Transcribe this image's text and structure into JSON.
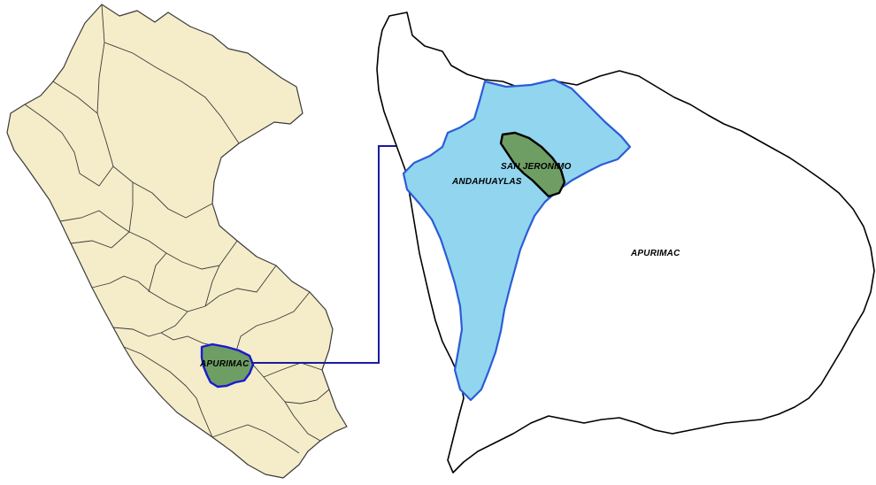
{
  "labels": {
    "peru_apurimac": "APURIMAC",
    "region": "APURIMAC",
    "province": "ANDAHUAYLAS",
    "district": "SAN JERONIMO"
  },
  "colors": {
    "country_fill": "#f5ecc9",
    "country_border": "#3b3b3b",
    "apurimac_fill": "#6e9e63",
    "highlight_border": "#1a1ad0",
    "province_fill": "#92d5ee",
    "district_fill": "#6e9e63",
    "arrow": "#1a1aa0"
  }
}
